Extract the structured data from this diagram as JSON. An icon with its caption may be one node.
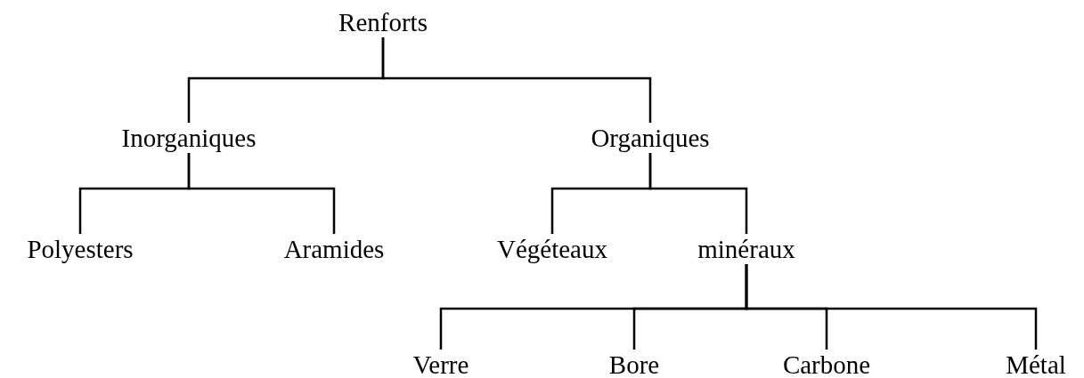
{
  "diagram": {
    "nodes": [
      {
        "text": [
          "Renforts"
        ]
      },
      {
        "text": [
          "Inorganiques"
        ]
      },
      {
        "text": [
          "Organiques"
        ]
      },
      {
        "text": [
          "Polyesters"
        ]
      },
      {
        "text": [
          "Aramides"
        ]
      },
      {
        "text": [
          "Végéteaux"
        ]
      },
      {
        "text": [
          "minéraux"
        ]
      },
      {
        "text": [
          "Verre"
        ]
      },
      {
        "text": [
          "Bore"
        ]
      },
      {
        "text": [
          "Carbone"
        ]
      },
      {
        "text": [
          "Métal"
        ]
      }
    ],
    "edges": [
      {
        "from": 0,
        "to": 1,
        "arrow": "none"
      },
      {
        "from": 0,
        "to": 2,
        "arrow": "none"
      },
      {
        "from": 1,
        "to": 3,
        "arrow": "none"
      },
      {
        "from": 1,
        "to": 4,
        "arrow": "none"
      },
      {
        "from": 2,
        "to": 5,
        "arrow": "none"
      },
      {
        "from": 2,
        "to": 6,
        "arrow": "none"
      },
      {
        "from": 6,
        "to": 7,
        "arrow": "none"
      },
      {
        "from": 6,
        "to": 8,
        "arrow": "none"
      },
      {
        "from": 6,
        "to": 9,
        "arrow": "none"
      },
      {
        "from": 6,
        "to": 10,
        "arrow": "none"
      }
    ]
  }
}
